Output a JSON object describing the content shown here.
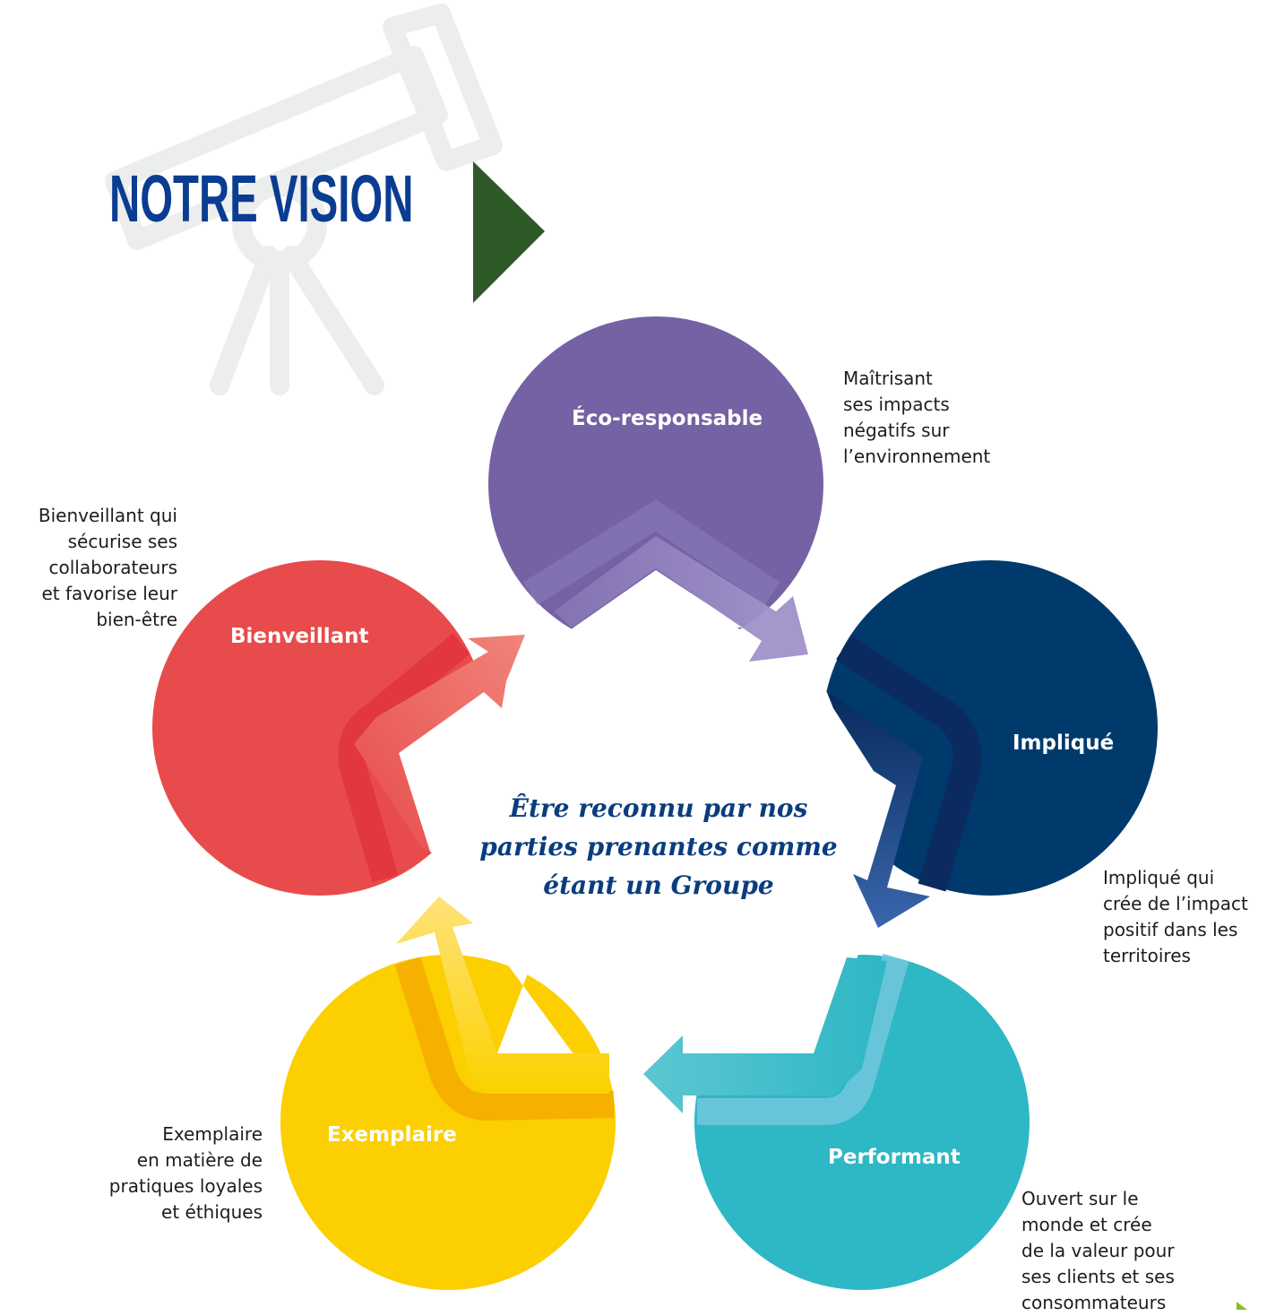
{
  "title": "NOTRE VISION",
  "center": {
    "lines": [
      "Être reconnu par nos",
      "parties prenantes comme",
      "étant un Groupe"
    ]
  },
  "values": [
    {
      "label": "Éco-responsable",
      "color": "#7462a4",
      "description": [
        "Maîtrisant",
        "ses impacts",
        "négatifs sur",
        "l’environnement"
      ]
    },
    {
      "label": "Impliqué",
      "color": "#003a6d",
      "description": [
        "Impliqué qui",
        "crée de l’impact",
        "positif dans les",
        "territoires"
      ]
    },
    {
      "label": "Performant",
      "color": "#2eb7c4",
      "description": [
        "Ouvert sur le",
        "monde et crée",
        "de la valeur pour",
        "ses clients et ses",
        "consommateurs"
      ]
    },
    {
      "label": "Exemplaire",
      "color": "#fccf00",
      "description": [
        "Exemplaire",
        "en matière de",
        "pratiques loyales",
        "et éthiques"
      ]
    },
    {
      "label": "Bienveillant",
      "color": "#e84b4b",
      "description": [
        "Bienveillant  qui",
        "sécurise ses",
        "collaborateurs",
        "et favorise leur",
        "bien-être"
      ]
    }
  ],
  "icons": {
    "telescope": "telescope-icon",
    "play": "play-triangle-icon"
  },
  "colors": {
    "title": "#0a3d91",
    "center_text": "#0a3d7e",
    "play_triangle": "#2d5a27",
    "telescope": "#eceded"
  }
}
